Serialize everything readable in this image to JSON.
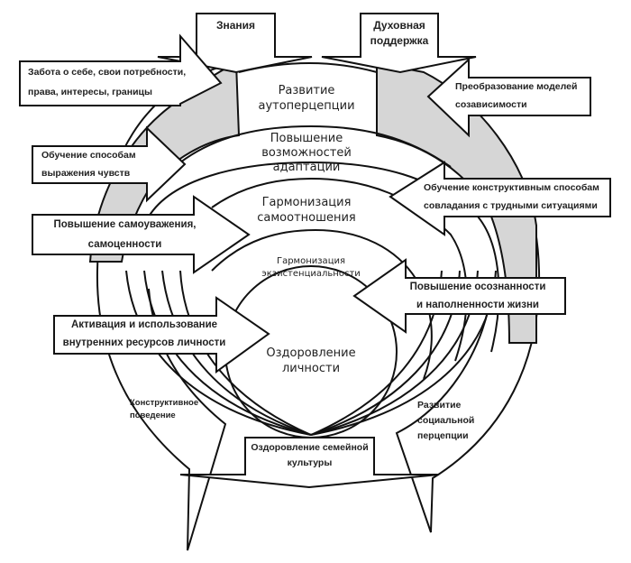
{
  "colors": {
    "stroke": "#111111",
    "fill_white": "#ffffff",
    "fill_grey": "#d6d6d6",
    "text": "#222222"
  },
  "top_inputs": {
    "knowledge": "Знания",
    "spiritual_support": {
      "line1": "Духовная",
      "line2": "поддержка"
    }
  },
  "rings": {
    "autoperception": {
      "line1": "Развитие",
      "line2": "аутоперцепции"
    },
    "adaptation": {
      "line1": "Повышение",
      "line2": "возможностей",
      "line3": "адаптации"
    },
    "self_attitude": {
      "line1": "Гармонизация",
      "line2": "самоотношения"
    },
    "existentiality": {
      "line1": "Гармонизация",
      "line2": "экзистенциальности"
    },
    "personality": {
      "line1": "Оздоровление",
      "line2": "личности"
    }
  },
  "left_arrows": [
    {
      "line1": "Забота о себе, свои потребности,",
      "line2": "права, интересы, границы"
    },
    {
      "line1": "Обучение способам",
      "line2": "выражения чувств"
    },
    {
      "line1": "Повышение самоуважения,",
      "line2": "самоценности"
    },
    {
      "line1": "Активация и использование",
      "line2": "внутренних ресурсов личности"
    }
  ],
  "right_arrows": [
    {
      "line1": "Преобразование моделей",
      "line2": "созависимости"
    },
    {
      "line1": "Обучение конструктивным способам",
      "line2": "совладания с трудными ситуациями"
    },
    {
      "line1": "Повышение осознанности",
      "line2": "и наполненности жизни"
    }
  ],
  "outer_labels": {
    "constructive_behavior": {
      "line1": "Конструктивное",
      "line2": "поведение"
    },
    "social_perception": {
      "line1": "Развитие",
      "line2": "социальной",
      "line3": "перцепции"
    }
  },
  "bottom_output": {
    "line1": "Оздоровление семейной",
    "line2": "культуры"
  }
}
